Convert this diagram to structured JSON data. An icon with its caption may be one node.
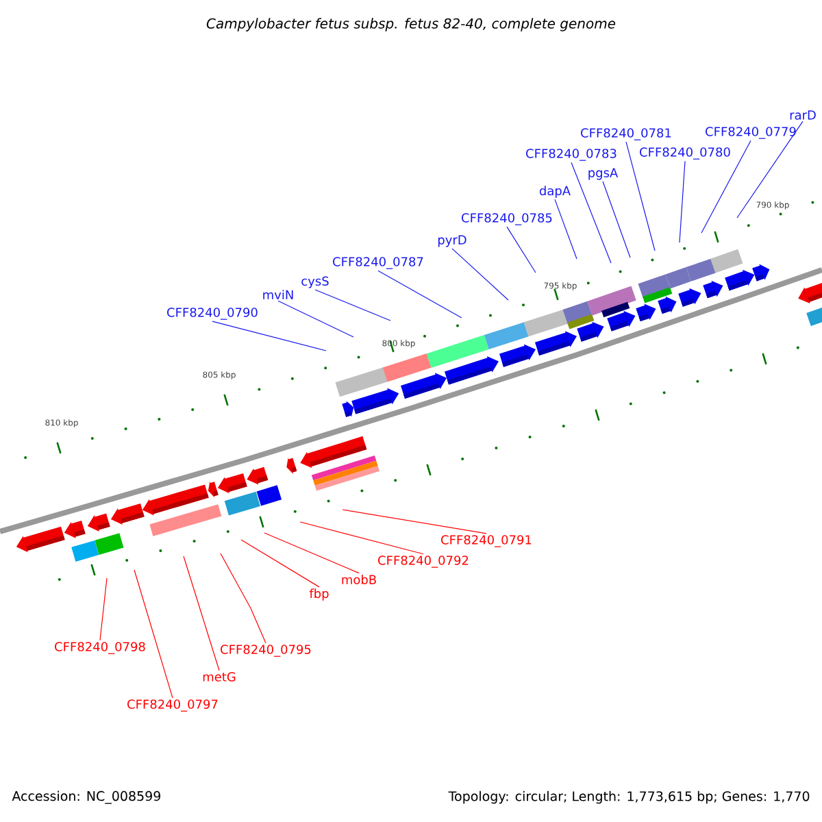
{
  "diagram": {
    "title": "Campylobacter fetus subsp. fetus 82-40, complete genome",
    "nodes": [
      {
        "text": [
          "CFF8240_0790"
        ]
      },
      {
        "text": [
          "mviN"
        ]
      },
      {
        "text": [
          "cysS"
        ]
      },
      {
        "text": [
          "CFF8240_0787"
        ]
      },
      {
        "text": [
          "pyrD"
        ]
      },
      {
        "text": [
          "CFF8240_0785"
        ]
      },
      {
        "text": [
          "dapA"
        ]
      },
      {
        "text": [
          "CFF8240_0783"
        ]
      },
      {
        "text": [
          "pgsA"
        ]
      },
      {
        "text": [
          "CFF8240_0781"
        ]
      },
      {
        "text": [
          "CFF8240_0780"
        ]
      },
      {
        "text": [
          "CFF8240_0779"
        ]
      },
      {
        "text": [
          "rarD"
        ]
      },
      {
        "text": [
          "CFF8240_0791"
        ]
      },
      {
        "text": [
          "CFF8240_0792"
        ]
      },
      {
        "text": [
          "mobB"
        ]
      },
      {
        "text": [
          "fbp"
        ]
      },
      {
        "text": [
          "CFF8240_0795"
        ]
      },
      {
        "text": [
          "metG"
        ]
      },
      {
        "text": [
          "CFF8240_0797"
        ]
      },
      {
        "text": [
          "CFF8240_0798"
        ]
      }
    ],
    "edges": [
      {
        "from": 0,
        "to": null,
        "arrow": "none"
      },
      {
        "from": 1,
        "to": null,
        "arrow": "none"
      },
      {
        "from": 2,
        "to": null,
        "arrow": "none"
      },
      {
        "from": 3,
        "to": null,
        "arrow": "none"
      },
      {
        "from": 4,
        "to": null,
        "arrow": "none"
      },
      {
        "from": 5,
        "to": null,
        "arrow": "none"
      },
      {
        "from": 6,
        "to": null,
        "arrow": "none"
      },
      {
        "from": 7,
        "to": null,
        "arrow": "none"
      },
      {
        "from": 8,
        "to": null,
        "arrow": "none"
      },
      {
        "from": 9,
        "to": null,
        "arrow": "none"
      },
      {
        "from": 10,
        "to": null,
        "arrow": "none"
      },
      {
        "from": 11,
        "to": null,
        "arrow": "none"
      },
      {
        "from": 12,
        "to": null,
        "arrow": "none"
      },
      {
        "from": 13,
        "to": null,
        "arrow": "none",
        "color": "#ff0000"
      },
      {
        "from": 14,
        "to": null,
        "arrow": "none",
        "color": "#ff0000"
      },
      {
        "from": 15,
        "to": null,
        "arrow": "none",
        "color": "#ff0000"
      },
      {
        "from": 16,
        "to": null,
        "arrow": "none",
        "color": "#ff0000"
      },
      {
        "from": 17,
        "to": null,
        "arrow": "none",
        "color": "#ff0000"
      },
      {
        "from": 18,
        "to": null,
        "arrow": "none",
        "color": "#ff0000"
      },
      {
        "from": 19,
        "to": null,
        "arrow": "none",
        "color": "#ff0000"
      },
      {
        "from": 20,
        "to": null,
        "arrow": "none",
        "color": "#ff0000"
      }
    ],
    "labels": [
      "790 kbp",
      "795 kbp",
      "800 kbp",
      "805 kbp",
      "810 kbp",
      "Accession: NC_008599",
      "Topology: circular; Length: 1,773,615 bp; Genes: 1,770"
    ]
  }
}
